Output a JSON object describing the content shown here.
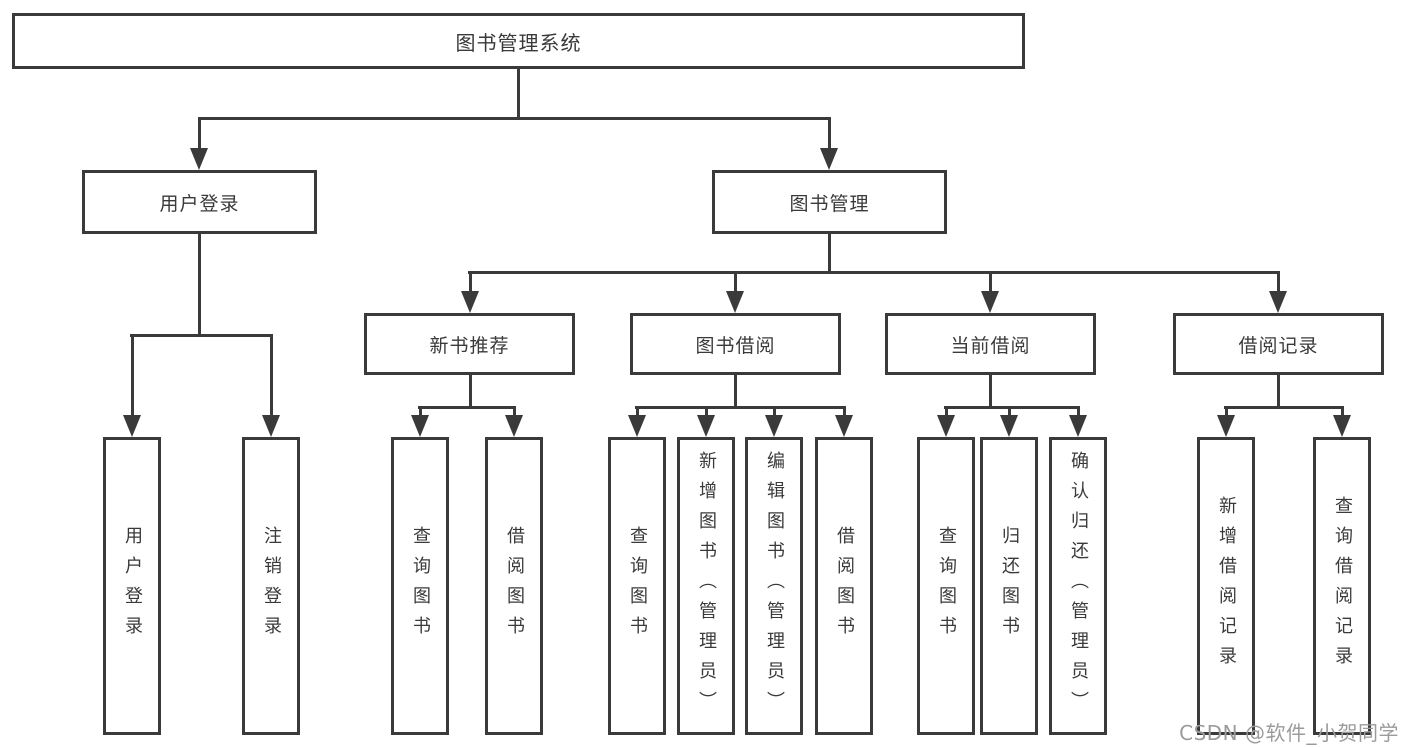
{
  "diagram": {
    "title": "图书管理系统",
    "colors": {
      "line": "#3a3a3a",
      "box_bg": "#ffffff",
      "watermark": "#9b9b9b"
    },
    "root": {
      "label": "图书管理系统"
    },
    "level2": [
      {
        "label": "用户登录"
      },
      {
        "label": "图书管理"
      }
    ],
    "level3": [
      {
        "label": "新书推荐"
      },
      {
        "label": "图书借阅"
      },
      {
        "label": "当前借阅"
      },
      {
        "label": "借阅记录"
      }
    ],
    "leaves": {
      "user_login_group": [
        {
          "label": "用户登录"
        },
        {
          "label": "注销登录"
        }
      ],
      "new_book_group": [
        {
          "label": "查询图书"
        },
        {
          "label": "借阅图书"
        }
      ],
      "book_borrow_group": [
        {
          "label": "查询图书"
        },
        {
          "label": "新增图书（管理员）"
        },
        {
          "label": "编辑图书（管理员）"
        },
        {
          "label": "借阅图书"
        }
      ],
      "current_borrow_group": [
        {
          "label": "查询图书"
        },
        {
          "label": "归还图书"
        },
        {
          "label": "确认归还（管理员）"
        }
      ],
      "borrow_record_group": [
        {
          "label": "新增借阅记录"
        },
        {
          "label": "查询借阅记录"
        }
      ]
    },
    "watermark": "CSDN @软件_小贺同学"
  }
}
